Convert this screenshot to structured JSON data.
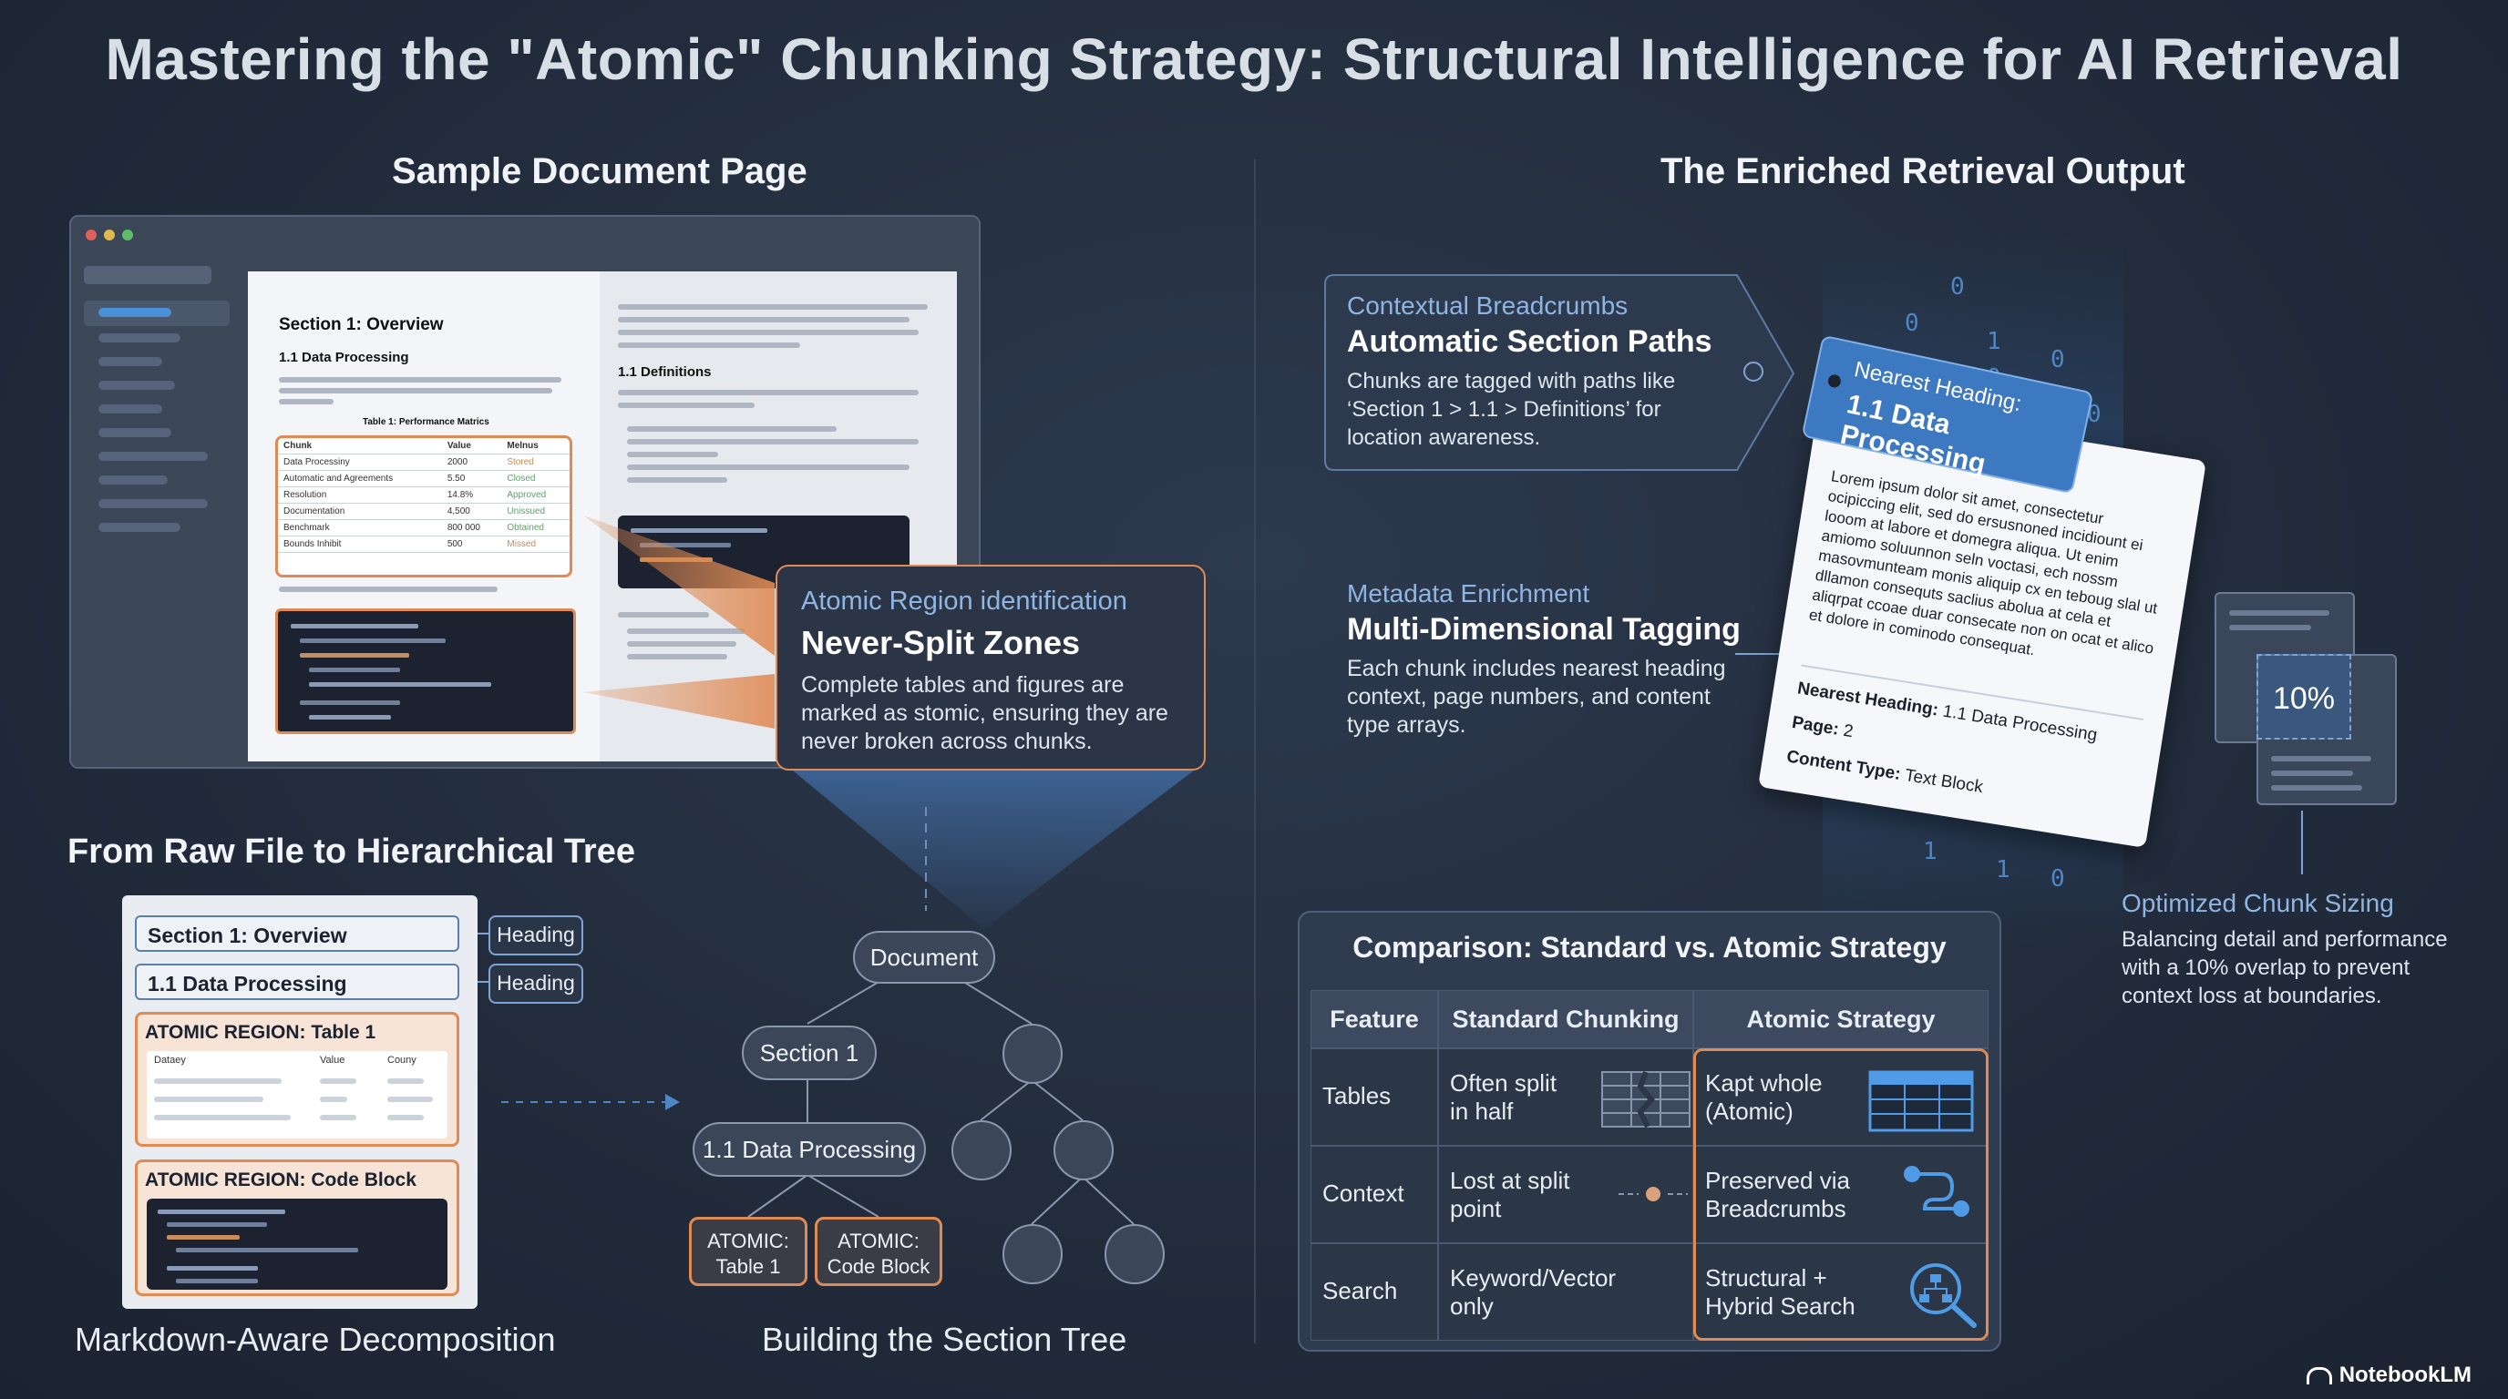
{
  "title": "Mastering the \"Atomic\" Chunking Strategy: Structural Intelligence for AI Retrieval",
  "left": {
    "sample_title": "Sample Document Page",
    "doc": {
      "section": "Section 1: Overview",
      "subsection": "1.1 Data Processing",
      "table_caption": "Table 1: Performance Matrics",
      "table_headers": [
        "Chunk",
        "Value",
        "Melnus"
      ],
      "table_rows": [
        [
          "Data Processiny",
          "2000",
          "Stored"
        ],
        [
          "Automatic and Agreements",
          "5.50",
          "Closed"
        ],
        [
          "Resolution",
          "14.8%",
          "Approved"
        ],
        [
          "Documentation",
          "4,500",
          "Unissued"
        ],
        [
          "Benchmark",
          "800 000",
          "Obtained"
        ],
        [
          "Bounds Inhibit",
          "500",
          "Missed"
        ]
      ],
      "right_subsection": "1.1 Definitions"
    },
    "callout": {
      "sub": "Atomic Region identification",
      "head": "Never-Split Zones",
      "body": "Complete tables and figures are marked as stomic, ensuring they are never broken across chunks."
    },
    "raw_title": "From Raw File to Hierarchical Tree",
    "raw": {
      "section": "Section 1: Overview",
      "subsection": "1.1 Data Processing",
      "heading_tag": "Heading",
      "atomic_table": "ATOMIC REGION: Table 1",
      "atomic_table_cols": [
        "Dataey",
        "Value",
        "Couny"
      ],
      "atomic_code": "ATOMIC REGION: Code Block"
    },
    "caption_left": "Markdown-Aware Decomposition",
    "tree": {
      "root": "Document",
      "section": "Section 1",
      "subsection": "1.1 Data Processing",
      "leaf1": "ATOMIC:\nTable 1",
      "leaf2": "ATOMIC:\nCode Block"
    },
    "caption_right": "Building the Section Tree"
  },
  "right": {
    "output_title": "The Enriched Retrieval Output",
    "breadcrumbs": {
      "sub": "Contextual Breadcrumbs",
      "head": "Automatic Section Paths",
      "body": "Chunks are tagged with paths like ‘Section 1 > 1.1 > Definitions’ for location awareness."
    },
    "metadata": {
      "sub": "Metadata Enrichment",
      "head": "Multi-Dimensional Tagging",
      "body": "Each chunk includes nearest heading context, page numbers, and content type arrays."
    },
    "card": {
      "tag_label": "Nearest Heading:",
      "tag_value": "1.1 Data Processing",
      "lorem": "Lorem ipsum dolor sit amet, consectetur ocipiccing elit, sed do ersusnoned incidiount ei looom at labore et domegra aliqua. Ut enim amiomo soluunnon seln voctasi, ech nossm masovmunteam monis aliquip cx en teboug slal ut dllamon consequts saclius abolua at cela et aliqrpat ccoae duar consecate non on ocat et alico et dolore in cominodo consequat.",
      "meta1_label": "Nearest Heading:",
      "meta1_value": "1.1 Data Processing",
      "meta2_label": "Page:",
      "meta2_value": "2",
      "meta3_label": "Content Type:",
      "meta3_value": "Text Block"
    },
    "overlap": "10%",
    "sizing": {
      "sub": "Optimized Chunk Sizing",
      "body": "Balancing detail and performance with a 10% overlap to prevent context loss at boundaries."
    },
    "comparison": {
      "title": "Comparison: Standard vs. Atomic Strategy",
      "headers": [
        "Feature",
        "Standard Chunking",
        "Atomic Strategy"
      ],
      "rows": [
        [
          "Tables",
          "Often split in half",
          "Kapt whole (Atomic)"
        ],
        [
          "Context",
          "Lost at split point",
          "Preserved via Breadcrumbs"
        ],
        [
          "Search",
          "Keyword/Vector only",
          "Structural + Hybrid Search"
        ]
      ]
    }
  },
  "brand": "NotebookLM",
  "colors": {
    "accent_orange": "#e08b55",
    "accent_blue": "#3d79c0",
    "background": "#222c3c"
  }
}
